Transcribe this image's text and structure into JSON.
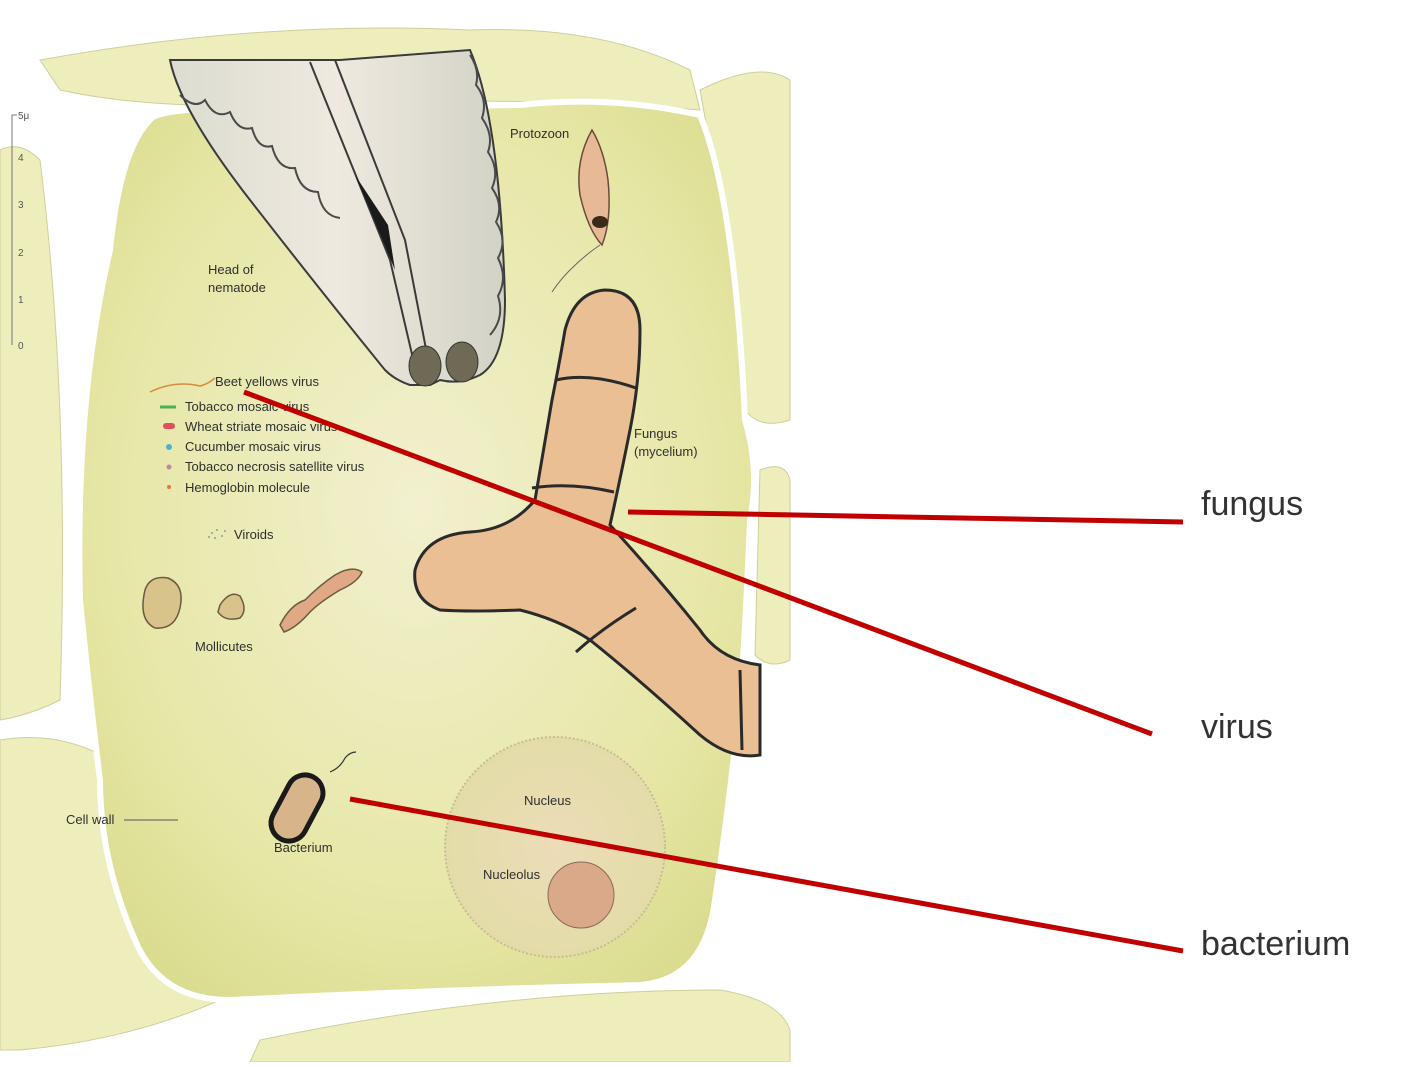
{
  "scale": {
    "unit": "5μ",
    "ticks": [
      "4",
      "3",
      "2",
      "1",
      "0"
    ]
  },
  "labels": {
    "protozoon": "Protozoon",
    "nematode_line1": "Head of",
    "nematode_line2": "nematode",
    "fungus_line1": "Fungus",
    "fungus_line2": "(mycelium)",
    "viroids": "Viroids",
    "mollicutes": "Mollicutes",
    "cell_wall": "Cell wall",
    "bacterium": "Bacterium",
    "nucleus": "Nucleus",
    "nucleolus": "Nucleolus"
  },
  "legend": [
    {
      "label": "Beet yellows virus",
      "color": "#d98a3a"
    },
    {
      "label": "Tobacco mosaic virus",
      "color": "#4caf50"
    },
    {
      "label": "Wheat striate mosaic virus",
      "color": "#e0505a"
    },
    {
      "label": "Cucumber mosaic virus",
      "color": "#4ab0d8"
    },
    {
      "label": "Tobacco necrosis satellite virus",
      "color": "#c08aa0"
    },
    {
      "label": "Hemoglobin molecule",
      "color": "#e87830"
    }
  ],
  "callouts": {
    "fungus": "fungus",
    "virus": "virus",
    "bacterium": "bacterium"
  },
  "colors": {
    "cell": "#e6e7a8",
    "callout_line": "#c00000",
    "fungus": "#e8b98a"
  }
}
